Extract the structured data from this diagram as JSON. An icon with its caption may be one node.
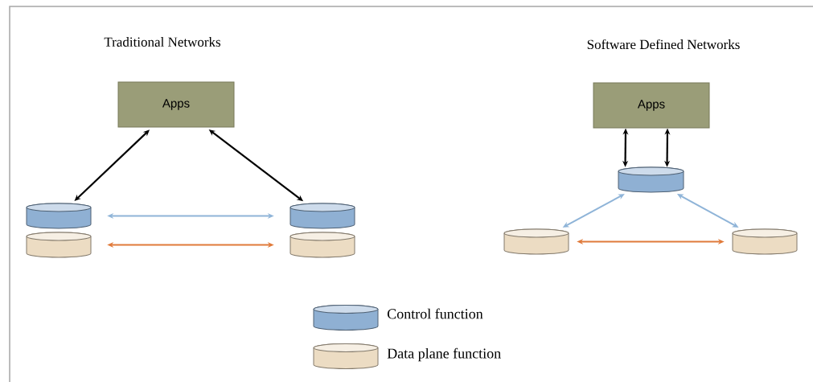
{
  "diagram": {
    "nodes": [
      {
        "text": [
          "Apps"
        ]
      },
      {
        "text": [],
        "shape": "cylinder"
      },
      {
        "text": [],
        "shape": "cylinder"
      },
      {
        "text": [],
        "shape": "cylinder"
      },
      {
        "text": [],
        "shape": "cylinder"
      },
      {
        "text": [
          "Apps"
        ]
      },
      {
        "text": [],
        "shape": "cylinder"
      },
      {
        "text": [],
        "shape": "cylinder"
      },
      {
        "text": [],
        "shape": "cylinder"
      }
    ],
    "edges": [
      {
        "from": 0,
        "to": 1,
        "arrow": "both"
      },
      {
        "from": 0,
        "to": 3,
        "arrow": "both"
      },
      {
        "from": 1,
        "to": 3,
        "arrow": "both",
        "color": "#8fb4d8"
      },
      {
        "from": 2,
        "to": 4,
        "arrow": "both",
        "color": "#e07a3a"
      },
      {
        "from": 5,
        "to": 6,
        "arrow": "both"
      },
      {
        "from": 5,
        "to": 6,
        "arrow": "both"
      },
      {
        "from": 6,
        "to": 7,
        "arrow": "both",
        "color": "#8fb4d8"
      },
      {
        "from": 6,
        "to": 8,
        "arrow": "both",
        "color": "#8fb4d8"
      },
      {
        "from": 7,
        "to": 8,
        "arrow": "both",
        "color": "#e07a3a"
      }
    ],
    "labels": [
      "Traditional Networks",
      "Software Defined Networks"
    ],
    "legend": [
      {
        "text": "Control function",
        "color": "#8fb0d3"
      },
      {
        "text": "Data plane function",
        "color": "#ecdcc3"
      }
    ]
  }
}
